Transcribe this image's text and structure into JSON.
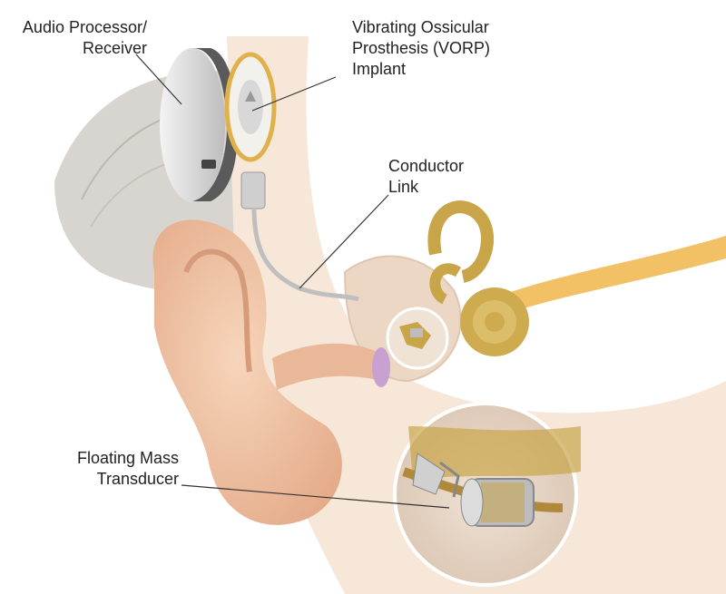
{
  "labels": {
    "audio_processor": [
      "Audio Processor/",
      "Receiver"
    ],
    "vorp": [
      "Vibrating Ossicular",
      "Prosthesis (VORP)",
      "Implant"
    ],
    "conductor_link": [
      "Conductor",
      "Link"
    ],
    "fmt": [
      "Floating Mass",
      "Transducer"
    ]
  },
  "colors": {
    "skin": "#f2c6a6",
    "bone": "#f6e7d8",
    "cochlea": "#c9a54a",
    "nerve": "#f0b64a",
    "device": "#d9d9d9",
    "leader_line": "#333333"
  }
}
